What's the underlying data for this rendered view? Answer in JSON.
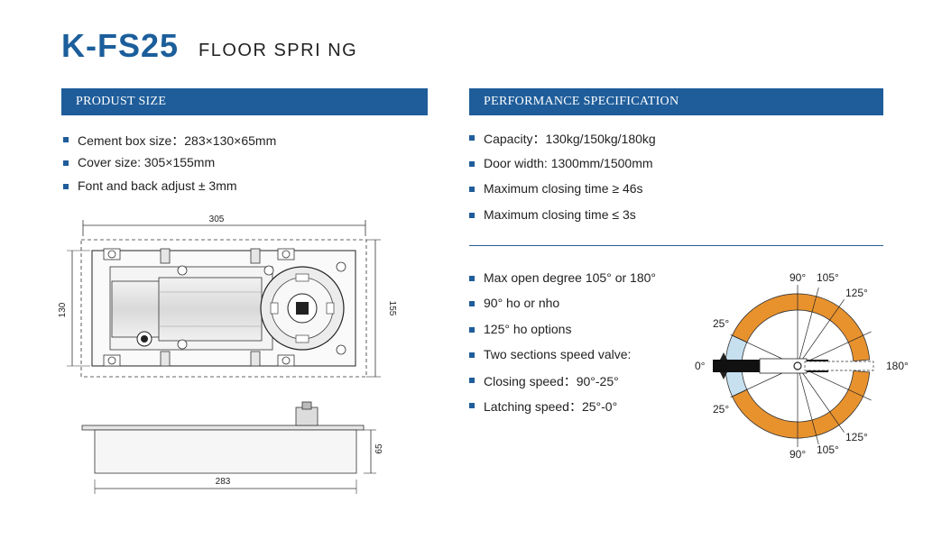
{
  "header": {
    "model": "K-FS25",
    "product": "FLOOR SPRI NG"
  },
  "product_size": {
    "heading": "PRODUST SIZE",
    "items": [
      "Cement box size：283×130×65mm",
      "Cover size:   305×155mm",
      "Font and back adjust ± 3mm"
    ]
  },
  "performance": {
    "heading": "PERFORMANCE SPECIFICATION",
    "items_top": [
      "Capacity：130kg/150kg/180kg",
      "Door width:   1300mm/1500mm",
      "Maximum closing time ≥ 46s",
      "Maximum closing time ≤ 3s"
    ],
    "items_bottom": [
      "Max open degree 105° or 180°",
      "90° ho or nho",
      "125° ho options",
      "Two sections speed valve:",
      "Closing speed：90°-25°",
      "Latching speed：25°-0°"
    ]
  },
  "drawing_top": {
    "width_dim": "305",
    "left_dim": "130",
    "right_dim": "155"
  },
  "drawing_side": {
    "height_dim": "65",
    "length_dim": "283"
  },
  "angle_diagram": {
    "labels": {
      "deg0": "0°",
      "deg25_top": "25°",
      "deg25_bottom": "25°",
      "deg90_top": "90°",
      "deg90_bottom": "90°",
      "deg105_top": "105°",
      "deg105_bottom": "105°",
      "deg125_top": "125°",
      "deg125_bottom": "125°",
      "deg180": "180°"
    },
    "colors": {
      "orange": "#e8922e",
      "blue": "#c6e0f0",
      "arm": "#111111"
    }
  },
  "colors": {
    "brand_blue": "#1f5d9a",
    "title_blue": "#1b5e9b"
  }
}
